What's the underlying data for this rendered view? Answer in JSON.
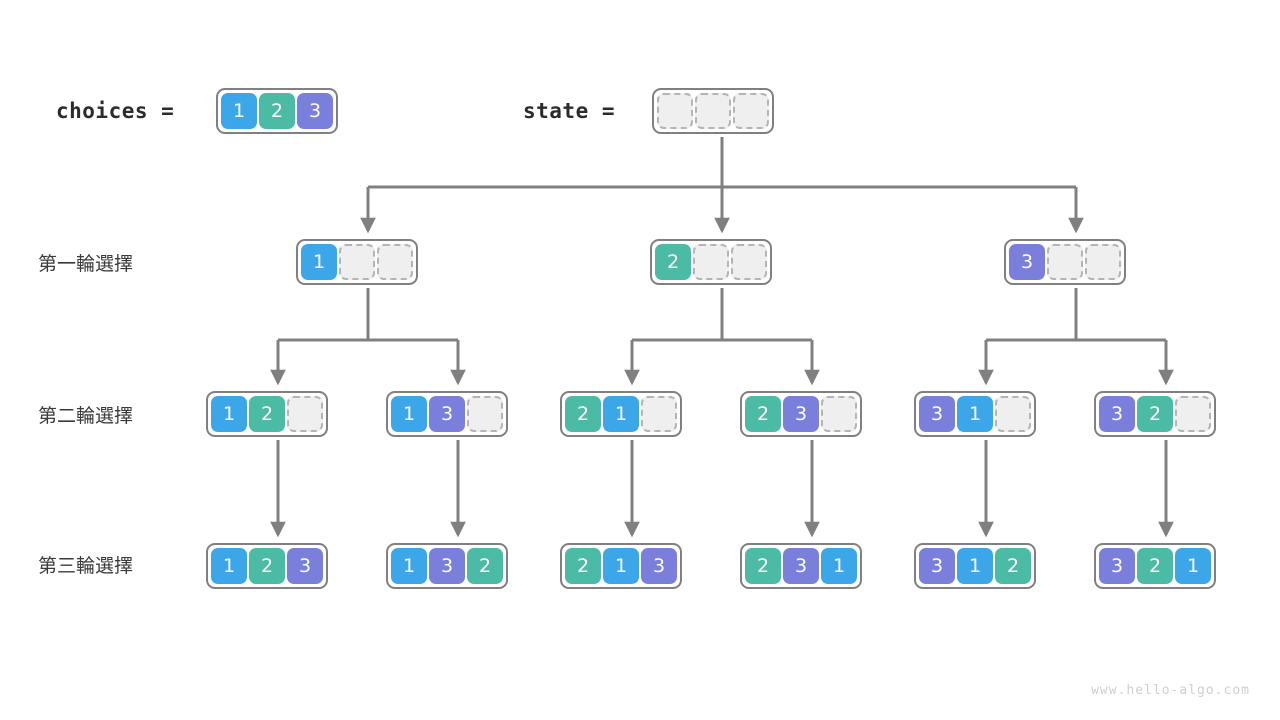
{
  "watermark": "www.hello-algo.com",
  "palette": {
    "value_1": "#3ba7e8",
    "value_2": "#4cbba5",
    "value_3": "#7a7fdc",
    "empty_fill": "#efefef",
    "empty_border": "#b4b4b4",
    "box_border": "#808080",
    "wire": "#808080",
    "background": "#ffffff",
    "label_text": "#3a3a3a",
    "watermark_text": "#cfcfcf"
  },
  "header": {
    "choices_label": "choices =",
    "state_label": "state ="
  },
  "row_labels": {
    "round1": "第一輪選擇",
    "round2": "第二輪選擇",
    "round3": "第三輪選擇"
  },
  "arrays": {
    "choices": {
      "cells": [
        "1",
        "2",
        "3"
      ]
    },
    "state": {
      "cells": [
        "",
        "",
        ""
      ]
    },
    "round1": [
      {
        "cells": [
          "1",
          "",
          ""
        ]
      },
      {
        "cells": [
          "2",
          "",
          ""
        ]
      },
      {
        "cells": [
          "3",
          "",
          ""
        ]
      }
    ],
    "round2": [
      {
        "cells": [
          "1",
          "2",
          ""
        ]
      },
      {
        "cells": [
          "1",
          "3",
          ""
        ]
      },
      {
        "cells": [
          "2",
          "1",
          ""
        ]
      },
      {
        "cells": [
          "2",
          "3",
          ""
        ]
      },
      {
        "cells": [
          "3",
          "1",
          ""
        ]
      },
      {
        "cells": [
          "3",
          "2",
          ""
        ]
      }
    ],
    "round3": [
      {
        "cells": [
          "1",
          "2",
          "3"
        ]
      },
      {
        "cells": [
          "1",
          "3",
          "2"
        ]
      },
      {
        "cells": [
          "2",
          "1",
          "3"
        ]
      },
      {
        "cells": [
          "2",
          "3",
          "1"
        ]
      },
      {
        "cells": [
          "3",
          "1",
          "2"
        ]
      },
      {
        "cells": [
          "3",
          "2",
          "1"
        ]
      }
    ]
  }
}
